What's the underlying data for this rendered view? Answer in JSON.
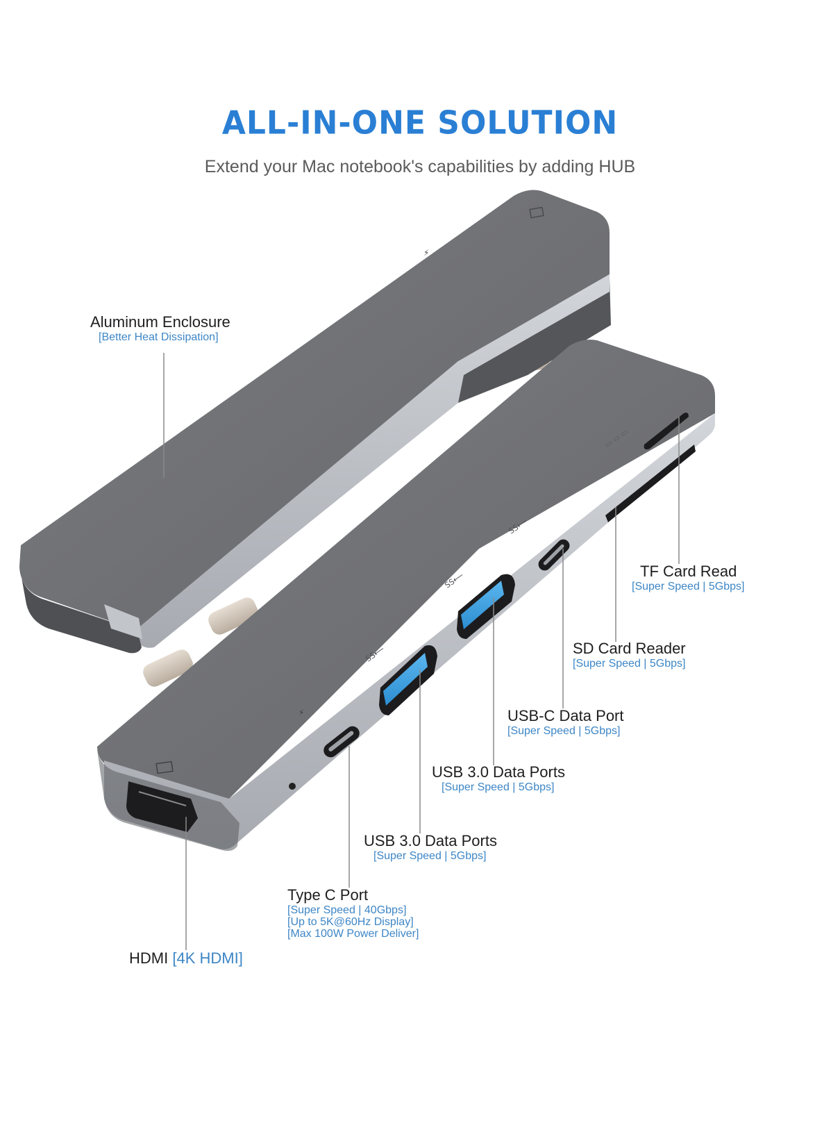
{
  "header": {
    "title": "ALL-IN-ONE SOLUTION",
    "subtitle": "Extend your Mac notebook's capabilities by adding HUB"
  },
  "colors": {
    "accent_blue": "#2a7fd4",
    "spec_blue": "#3d86c6",
    "body_gray": "#6e6f72",
    "edge_silver": "#b4b7bd",
    "usb_blue": "#3ea2e0"
  },
  "callouts": [
    {
      "id": "aluminum",
      "title": "Aluminum Enclosure",
      "specs": [
        "[Better Heat Dissipation]"
      ]
    },
    {
      "id": "tf",
      "title": "TF Card Read",
      "specs": [
        "[Super Speed | 5Gbps]"
      ]
    },
    {
      "id": "sd",
      "title": "SD Card Reader",
      "specs": [
        "[Super Speed | 5Gbps]"
      ]
    },
    {
      "id": "usbc_data",
      "title": "USB-C Data Port",
      "specs": [
        "[Super Speed | 5Gbps]"
      ]
    },
    {
      "id": "usb3_a",
      "title": "USB 3.0 Data Ports",
      "specs": [
        "[Super Speed | 5Gbps]"
      ]
    },
    {
      "id": "usb3_b",
      "title": "USB 3.0 Data Ports",
      "specs": [
        "[Super Speed | 5Gbps]"
      ]
    },
    {
      "id": "typec",
      "title": "Type C Port",
      "specs": [
        "[Super Speed | 40Gbps]",
        "[Up to 5K@60Hz Display]",
        "[Max 100W Power Deliver]"
      ]
    },
    {
      "id": "hdmi",
      "title": "HDMI",
      "specs": [
        "[4K HDMI]"
      ]
    }
  ],
  "icons": {
    "display": "display-icon",
    "lightning": "lightning-icon",
    "usb_ss": "usb-superspeed-icon",
    "sd_card": "sd-card-icon"
  }
}
